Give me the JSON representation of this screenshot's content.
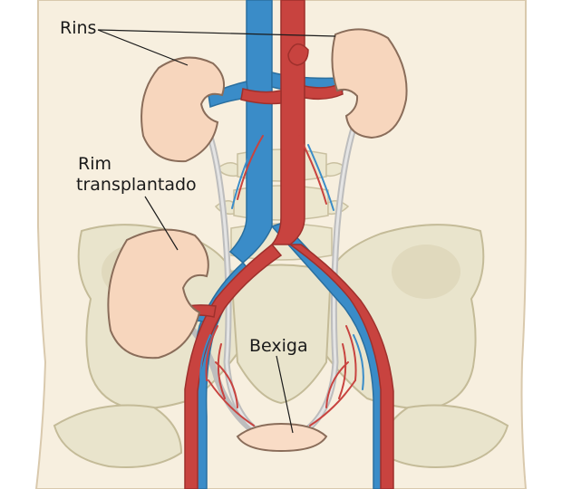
{
  "labels": {
    "kidneys": "Rins",
    "transplanted_line1": "Rim",
    "transplanted_line2": "transplantado",
    "bladder": "Bexiga"
  },
  "colors": {
    "skin": "#f7efdf",
    "bone": "#e9e4cc",
    "kidney": "#f7d6bd",
    "vein": "#3a8cc8",
    "artery": "#c8433f",
    "ureter": "#cfcfcf",
    "bladder": "#f9dcc6",
    "outline": "#8a6d5a"
  }
}
